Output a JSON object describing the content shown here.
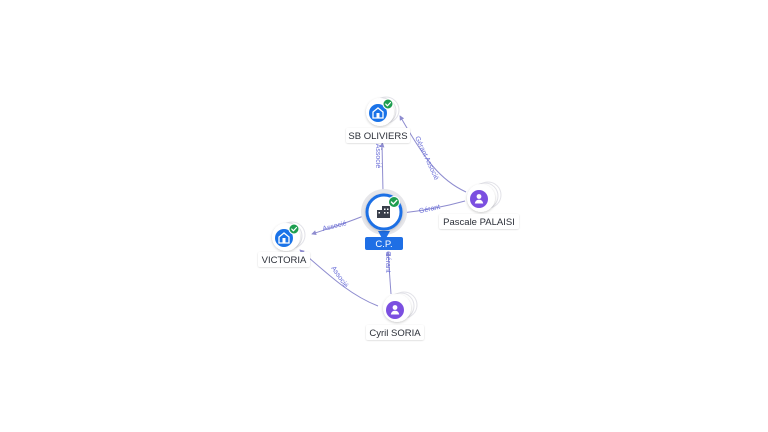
{
  "colors": {
    "accent": "#1f6fe5",
    "company": "#1a73e8",
    "person": "#7b4fe0",
    "check": "#1e9e50",
    "edge": "#8e8ccf",
    "edge_label": "#6b6fd8",
    "label_text": "#2b2f38"
  },
  "diagram": {
    "center": {
      "label": "C.P.",
      "icon": "building-icon",
      "verified": true
    },
    "nodes": [
      {
        "id": "sb_oliviers",
        "label": "SB OLIVIERS",
        "kind": "company",
        "icon": "building-icon",
        "verified": true
      },
      {
        "id": "victoria",
        "label": "VICTORIA",
        "kind": "company",
        "icon": "building-icon",
        "verified": true
      },
      {
        "id": "pascale",
        "label": "Pascale PALAISI",
        "kind": "person",
        "icon": "person-icon",
        "verified": false
      },
      {
        "id": "cyril",
        "label": "Cyril SORIA",
        "kind": "person",
        "icon": "person-icon",
        "verified": false
      }
    ],
    "edges": [
      {
        "from": "center",
        "to": "sb_oliviers",
        "label": "Associé"
      },
      {
        "from": "center",
        "to": "victoria",
        "label": "Associé"
      },
      {
        "from": "pascale",
        "to": "center",
        "label": "Gérant"
      },
      {
        "from": "cyril",
        "to": "center",
        "label": "Gérant"
      },
      {
        "from": "pascale",
        "to": "sb_oliviers",
        "label": "Gérant Associé"
      },
      {
        "from": "cyril",
        "to": "victoria",
        "label": "Associé"
      }
    ]
  }
}
